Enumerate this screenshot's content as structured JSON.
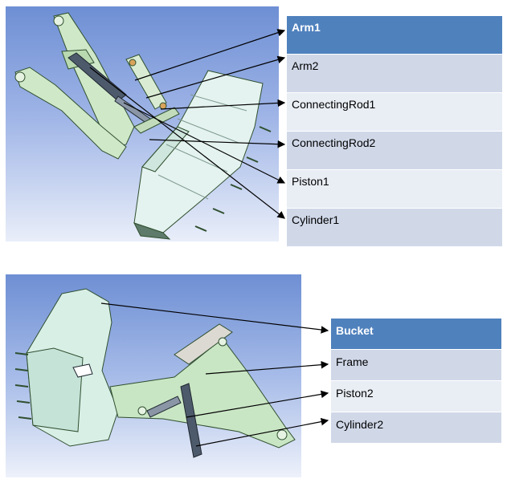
{
  "top_table": {
    "header": "Arm1",
    "rows": [
      "Arm2",
      "ConnectingRod1",
      "ConnectingRod2",
      "Piston1",
      "Cylinder1"
    ]
  },
  "bottom_table": {
    "header": "Bucket",
    "rows": [
      "Frame",
      "Piston2",
      "Cylinder2"
    ]
  },
  "colors": {
    "header_bg": "#4f81bd",
    "row_dark": "#d0d8e8",
    "row_light": "#e9edf4",
    "part_fill": "#c9e6c4",
    "part_edge": "#2f4f2f"
  }
}
